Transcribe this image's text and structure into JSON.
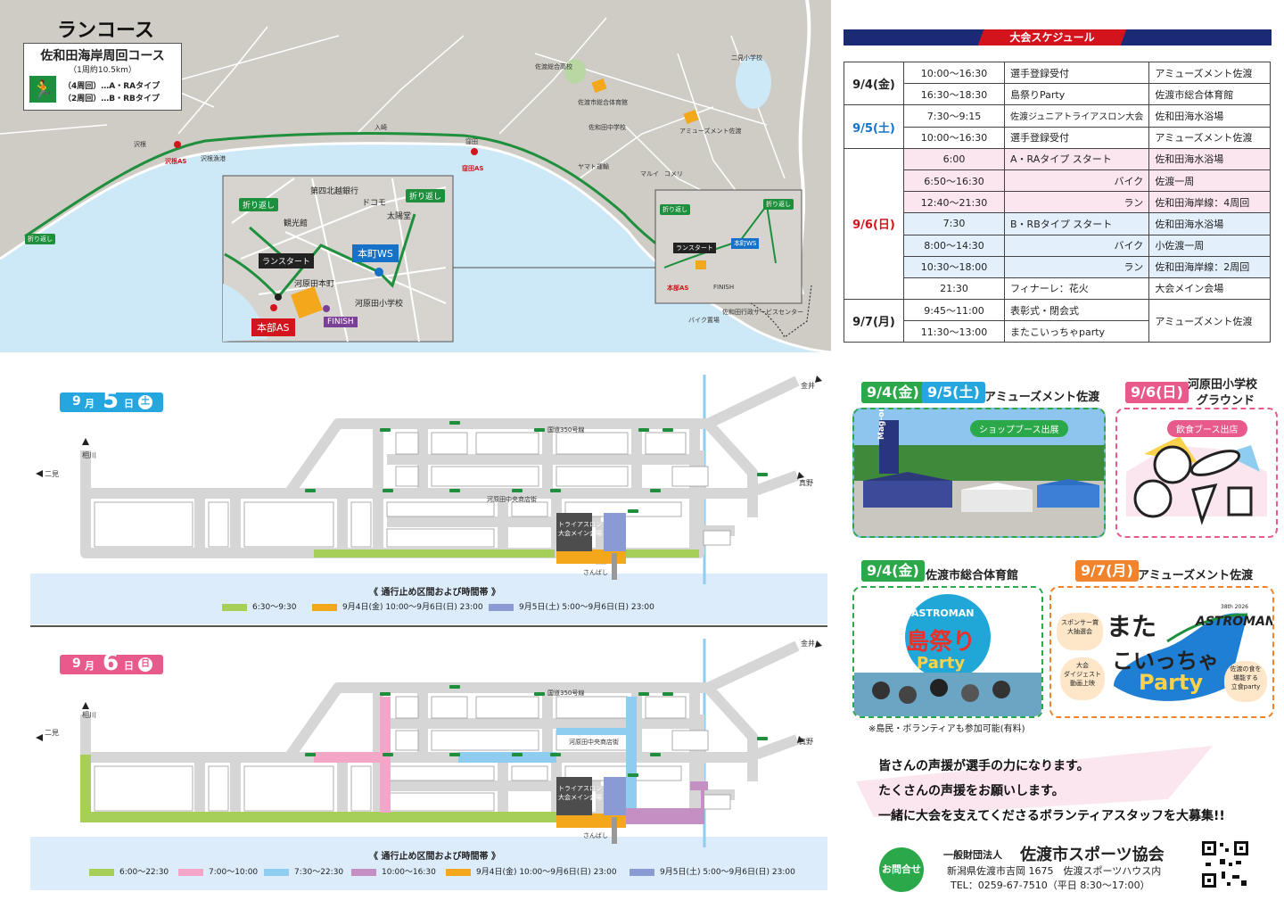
{
  "run_map": {
    "title": "ランコース",
    "course": {
      "name": "佐和田海岸周回コース",
      "distance": "（1周約10.5km）",
      "lap_a": "（4周回）…A・RAタイプ",
      "lap_b": "（2周回）…B・RBタイプ"
    },
    "labels": {
      "sawane_as": "沢根AS",
      "sawane_fishing_port": "沢根漁港",
      "sawane": "沢根",
      "kubota_as": "窪田AS",
      "kubota": "窪田",
      "turnaround": "折り返し",
      "honbu_as": "本部AS",
      "finish": "FINISH",
      "honmachi_ws": "本町WS",
      "run_start": "ランスタート",
      "amusement_sado": "アミューズメント佐渡",
      "gym": "佐渡市総合体育館",
      "bike_area": "バイク置場",
      "irisaki": "入崎",
      "yamato": "ヤマト運輸",
      "marui": "マルイ",
      "komeri": "コメリ",
      "sawata_school": "佐和田中学校",
      "sawata_high": "佐渡総合高校",
      "futamigahara": "二見小学校",
      "kawaharada_hall": "佐和田行政サービスセンター"
    },
    "inset": {
      "turnaround_left": "折り返し",
      "turnaround_right": "折り返し",
      "bank": "第四北越銀行",
      "docomo": "ドコモ",
      "taiyodo": "太陽堂",
      "kanko": "観光館",
      "run_start": "ランスタート",
      "honmachi_ws": "本町WS",
      "kawaharada_honmachi": "河原田本町",
      "honbu_as": "本部AS",
      "finish": "FINISH",
      "school": "河原田小学校"
    }
  },
  "schedule": {
    "title": "大会スケジュール",
    "days": [
      {
        "date": "9/4",
        "weekday": "金",
        "rows": [
          {
            "time": "10:00～16:30",
            "event": "選手登録受付",
            "venue": "アミューズメント佐渡"
          },
          {
            "time": "16:30～18:30",
            "event": "島祭りParty",
            "venue": "佐渡市総合体育館"
          }
        ]
      },
      {
        "date": "9/5",
        "weekday": "土",
        "rows": [
          {
            "time": "7:30～9:15",
            "event": "佐渡ジュニアトライアスロン大会",
            "venue": "佐和田海水浴場"
          },
          {
            "time": "10:00～16:30",
            "event": "選手登録受付",
            "venue": "アミューズメント佐渡"
          }
        ]
      },
      {
        "date": "9/6",
        "weekday": "日",
        "rows": [
          {
            "time": "6:00",
            "event": "A・RAタイプ スタート",
            "venue": "佐和田海水浴場",
            "style": "pink"
          },
          {
            "time": "6:50～16:30",
            "event": "バイク",
            "venue": "佐渡一周",
            "style": "pink"
          },
          {
            "time": "12:40～21:30",
            "event": "ラン",
            "venue": "佐和田海岸線：4周回",
            "style": "pink"
          },
          {
            "time": "7:30",
            "event": "B・RBタイプ スタート",
            "venue": "佐和田海水浴場",
            "style": "blue"
          },
          {
            "time": "8:00～14:30",
            "event": "バイク",
            "venue": "小佐渡一周",
            "style": "blue"
          },
          {
            "time": "10:30～18:00",
            "event": "ラン",
            "venue": "佐和田海岸線：2周回",
            "style": "blue"
          },
          {
            "time": "21:30",
            "event": "フィナーレ：花火",
            "venue": "大会メイン会場"
          }
        ]
      },
      {
        "date": "9/7",
        "weekday": "月",
        "rows": [
          {
            "time": "9:45～11:00",
            "event": "表彰式・閉会式",
            "venue": "アミューズメント佐渡"
          },
          {
            "time": "11:30～13:00",
            "event": "またこいっちゃparty",
            "venue": ""
          }
        ]
      }
    ]
  },
  "events": {
    "shop": {
      "date1": "9/4",
      "wd1": "金",
      "date2": "9/5",
      "wd2": "土",
      "venue": "アミューズメント佐渡",
      "tag": "ショップブース出展",
      "banner": "Mag-on"
    },
    "food": {
      "date": "9/6",
      "wd": "日",
      "venue1": "河原田小学校",
      "venue2": "グラウンド",
      "tag": "飲食ブース出店"
    },
    "party1": {
      "date": "9/4",
      "wd": "金",
      "venue": "佐渡市総合体育館",
      "logo": "ASTROMAN",
      "title1": "島祭り",
      "title2": "Party",
      "note": "※島民・ボランティアも参加可能(有料)"
    },
    "party2": {
      "date": "9/7",
      "wd": "月",
      "venue": "アミューズメント佐渡",
      "logo": "ASTROMAN",
      "edition": "38th 2026",
      "title1": "また",
      "title2": "こいっちゃ",
      "title3": "Party",
      "bubble1a": "スポンサー賞",
      "bubble1b": "大抽選会",
      "bubble2a": "大会",
      "bubble2b": "ダイジェスト",
      "bubble2c": "動画上映",
      "bubble3a": "佐渡の食を",
      "bubble3b": "堪能する",
      "bubble3c": "立食party"
    }
  },
  "message": {
    "line1": "皆さんの声援が選手の力になります。",
    "line2": "たくさんの声援をお願いします。",
    "line3": "一緒に大会を支えてくださるボランティアスタッフを大募集!!"
  },
  "contact": {
    "button": "お問合せ",
    "org_prefix": "一般財団法人",
    "org_name": "佐渡市スポーツ協会",
    "address": "新潟県佐渡市吉岡 1675　佐渡スポーツハウス内",
    "tel": "TEL：0259-67-7510（平日 8:30～17:00）"
  },
  "closure_map_common": {
    "kanai": "金井",
    "mano": "真野",
    "futami": "二見",
    "aikawa": "相川",
    "route350": "国道350号線",
    "venue_line1": "トライアスロン",
    "venue_line2": "大会メイン会場",
    "sanbashi": "さんばし",
    "shopping": "河原田中央商店街",
    "legend_title": "《 通行止め区間および時間帯 》"
  },
  "closure_sep5": {
    "month": "9",
    "day": "5",
    "wd": "土",
    "legend": [
      {
        "color": "#a6cf5a",
        "label": "6:30～9:30"
      },
      {
        "color": "#f3a81b",
        "label": "9月4日(金) 10:00～9月6日(日) 23:00"
      },
      {
        "color": "#8a9ad3",
        "label": "9月5日(土) 5:00～9月6日(日) 23:00"
      }
    ]
  },
  "closure_sep6": {
    "month": "9",
    "day": "6",
    "wd": "日",
    "legend": [
      {
        "color": "#a6cf5a",
        "label": "6:00～22:30"
      },
      {
        "color": "#f3a6c7",
        "label": "7:00～10:00"
      },
      {
        "color": "#8fcdf0",
        "label": "7:30～22:30"
      },
      {
        "color": "#c490c4",
        "label": "10:00～16:30"
      },
      {
        "color": "#f3a81b",
        "label": "9月4日(金) 10:00～9月6日(日) 23:00"
      },
      {
        "color": "#8a9ad3",
        "label": "9月5日(土) 5:00～9月6日(日) 23:00"
      }
    ]
  }
}
